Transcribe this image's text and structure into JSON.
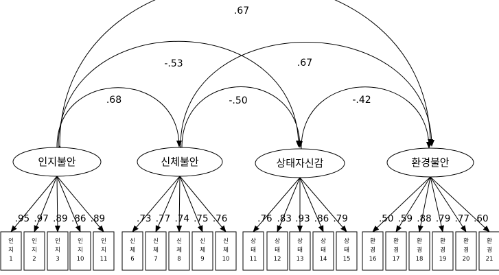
{
  "factors": [
    {
      "id": "f1",
      "label": "인지불안"
    },
    {
      "id": "f2",
      "label": "신체불안"
    },
    {
      "id": "f3",
      "label": "상태자신감"
    },
    {
      "id": "f4",
      "label": "환경불안"
    }
  ],
  "correlations": [
    {
      "from": "f1",
      "to": "f4",
      "value": ".67"
    },
    {
      "from": "f1",
      "to": "f3",
      "value": "-.53"
    },
    {
      "from": "f2",
      "to": "f4",
      "value": ".67"
    },
    {
      "from": "f1",
      "to": "f2",
      "value": ".68"
    },
    {
      "from": "f2",
      "to": "f3",
      "value": "-.50"
    },
    {
      "from": "f3",
      "to": "f4",
      "value": "-.42"
    }
  ],
  "indicators": [
    {
      "factor": "f1",
      "line1": "인",
      "line2": "지",
      "line3": "1",
      "loading": ".95"
    },
    {
      "factor": "f1",
      "line1": "인",
      "line2": "지",
      "line3": "2",
      "loading": ".97"
    },
    {
      "factor": "f1",
      "line1": "인",
      "line2": "지",
      "line3": "3",
      "loading": ".89"
    },
    {
      "factor": "f1",
      "line1": "인",
      "line2": "지",
      "line3": "10",
      "loading": ".86"
    },
    {
      "factor": "f1",
      "line1": "인",
      "line2": "지",
      "line3": "11",
      "loading": ".89"
    },
    {
      "factor": "f2",
      "line1": "신",
      "line2": "체",
      "line3": "6",
      "loading": ".73"
    },
    {
      "factor": "f2",
      "line1": "신",
      "line2": "체",
      "line3": "7",
      "loading": ".77"
    },
    {
      "factor": "f2",
      "line1": "신",
      "line2": "체",
      "line3": "8",
      "loading": ".74"
    },
    {
      "factor": "f2",
      "line1": "신",
      "line2": "체",
      "line3": "9",
      "loading": ".75"
    },
    {
      "factor": "f2",
      "line1": "신",
      "line2": "체",
      "line3": "10",
      "loading": ".76"
    },
    {
      "factor": "f3",
      "line1": "상",
      "line2": "태",
      "line3": "11",
      "loading": ".76"
    },
    {
      "factor": "f3",
      "line1": "상",
      "line2": "태",
      "line3": "12",
      "loading": ".83"
    },
    {
      "factor": "f3",
      "line1": "상",
      "line2": "태",
      "line3": "13",
      "loading": ".93"
    },
    {
      "factor": "f3",
      "line1": "상",
      "line2": "태",
      "line3": "14",
      "loading": ".86"
    },
    {
      "factor": "f3",
      "line1": "상",
      "line2": "태",
      "line3": "15",
      "loading": ".79"
    },
    {
      "factor": "f4",
      "line1": "환",
      "line2": "경",
      "line3": "16",
      "loading": ".50"
    },
    {
      "factor": "f4",
      "line1": "환",
      "line2": "경",
      "line3": "17",
      "loading": ".59"
    },
    {
      "factor": "f4",
      "line1": "환",
      "line2": "경",
      "line3": "18",
      "loading": ".88"
    },
    {
      "factor": "f4",
      "line1": "환",
      "line2": "경",
      "line3": "19",
      "loading": ".79"
    },
    {
      "factor": "f4",
      "line1": "환",
      "line2": "경",
      "line3": "20",
      "loading": ".77"
    },
    {
      "factor": "f4",
      "line1": "환",
      "line2": "경",
      "line3": "21",
      "loading": ".60"
    }
  ]
}
